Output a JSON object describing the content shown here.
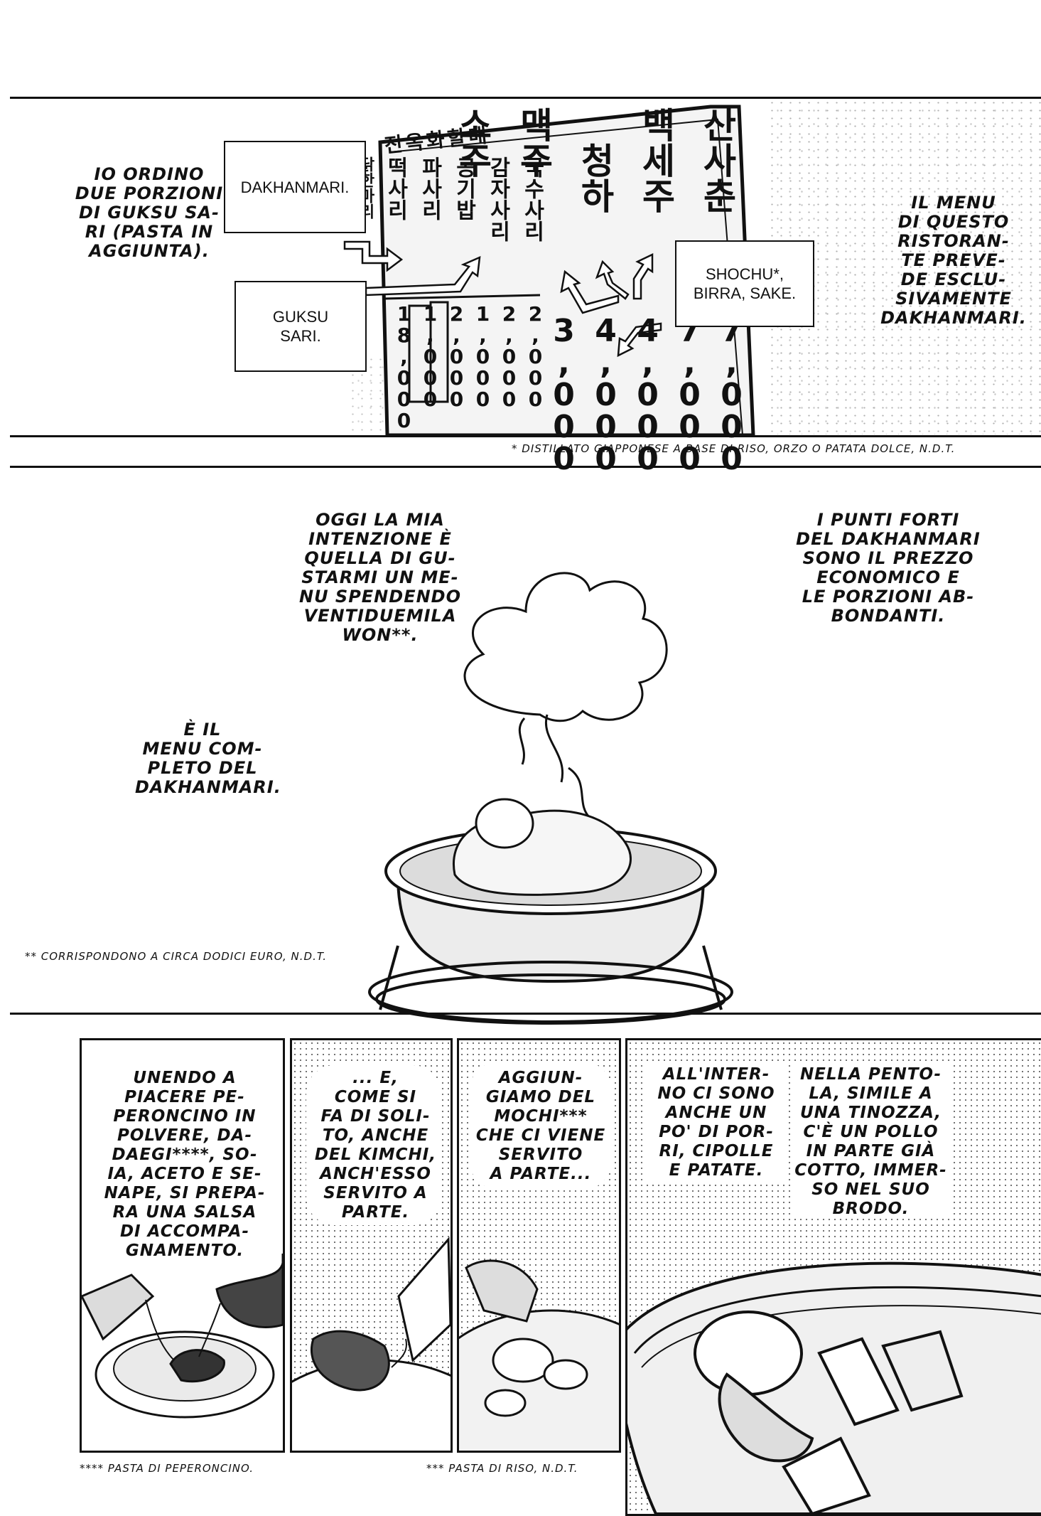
{
  "top_panel": {
    "caption_order": "Io ordino\ndue porzioni\ndi guksu sa-\nri (pasta in\naggiunta).",
    "caption_menu": "Il menu\ndi questo\nristoran-\nte preve-\nde esclu-\nsivamente\ndakhanmari.",
    "label_dakhanmari": "DAKHANMARI.",
    "label_guksu": "GUKSU\nSARI.",
    "label_drinks": "SHOCHU*,\nBIRRA, SAKE.",
    "footnote": "* Distillato giapponese a base di riso, orzo o patata dolce, N.d.T."
  },
  "menu_board": {
    "header": "진옥화할매",
    "food_items": [
      "국수사리",
      "감자사리",
      "공기밥",
      "파사리",
      "떡사리",
      "닭한마리"
    ],
    "drink_items": [
      "산사춘",
      "백세주",
      "청하",
      "맥주",
      "소주"
    ],
    "food_prices": [
      "2,000",
      "2,000",
      "1,000",
      "2,000",
      "1,000",
      "18,000"
    ],
    "drink_prices": [
      "7,000",
      "7,000",
      "4,000",
      "4,000",
      "3,000"
    ]
  },
  "middle_panel": {
    "caption_intent": "Oggi la mia\nintenzione è\nquella di gu-\nstarmi un me-\nnu spendendo\nventiduemila\nwon**.",
    "caption_strong": "I punti forti\ndel dakhanmari\nsono il prezzo\neconomico e\nle porzioni ab-\nbondanti.",
    "caption_complete": "È il\nmenu com-\npleto del\ndakhanmari.",
    "footnote": "** Corrispondono a circa dodici euro, N.d.T."
  },
  "bottom_panels": {
    "sauce": "Unendo a\npiacere pe-\nperoncino in\npolvere, da-\ndaegi****, so-\nia, aceto e se-\nnape, si prepa-\nra una salsa\ndi accompa-\ngnamento.",
    "kimchi": "... E,\ncome si\nfa di soli-\nto, anche\ndel kimchi,\nanch'esso\nservito a\nparte.",
    "mochi": "Aggiun-\ngiamo del\nmochi***\nche ci viene\nservito\na parte...",
    "inside": "All'inter-\nno ci sono\nanche un\npo' di por-\nri, cipolle\ne patate.",
    "pot": "Nella pento-\nla, simile a\nuna tinozza,\nc'è un pollo\nin parte già\ncotto, immer-\nso nel suo\nbrodo.",
    "footnote_sauce": "**** Pasta di peperoncino.",
    "footnote_mochi": "*** Pasta di riso, N.d.T."
  }
}
